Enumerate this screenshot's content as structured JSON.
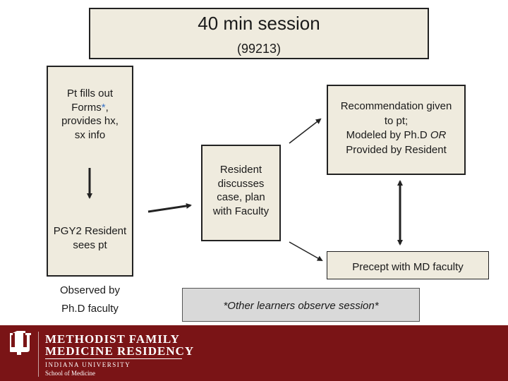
{
  "title": {
    "main": "40 min session",
    "sub": "(99213)"
  },
  "left_column": {
    "pt_fills_part1": "Pt fills out",
    "pt_fills_part2": "Forms",
    "pt_fills_asterisk": "*",
    "pt_fills_part3": ",",
    "pt_fills_part4": "provides hx,",
    "pt_fills_part5": "sx info",
    "pgy2_line1": "PGY2 Resident",
    "pgy2_line2": "sees pt",
    "observed_line1": "Observed by",
    "observed_line2": "Ph.D faculty"
  },
  "middle": {
    "line1": "Resident",
    "line2": "discusses",
    "line3": "case, plan",
    "line4": "with Faculty"
  },
  "recommendation": {
    "line1": "Recommendation given",
    "line2": "to pt;",
    "line3a": "Modeled by Ph.D ",
    "line3b": "OR",
    "line4": "Provided by Resident"
  },
  "precept": "Precept with MD faculty",
  "other_learners": "*Other learners observe session*",
  "footer": {
    "line1": "METHODIST FAMILY",
    "line2": "MEDICINE RESIDENCY",
    "line3": "INDIANA UNIVERSITY",
    "line4": "School of Medicine"
  },
  "colors": {
    "footer_bg": "#7a1416",
    "box_fill": "#efebde",
    "asterisk": "#3a73c6",
    "note_fill": "#d9d9d9"
  }
}
